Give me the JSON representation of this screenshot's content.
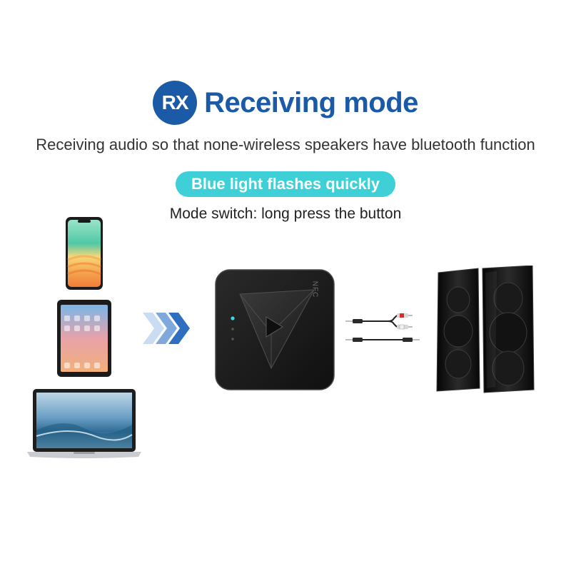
{
  "header": {
    "badge": "RX",
    "title": "Receiving mode",
    "subtitle": "Receiving audio so that none-wireless speakers have bluetooth function"
  },
  "status_pill": "Blue light flashes quickly",
  "mode_switch": "Mode switch: long press the button",
  "device": {
    "nfc_label": "NFC"
  },
  "colors": {
    "brand_blue": "#1b5aa6",
    "pill_cyan": "#3fcfd6",
    "arrow_blue": "#2f6fbf",
    "device_body": "#1a1a1a"
  },
  "icons": [
    "smartphone-icon",
    "tablet-icon",
    "laptop-icon",
    "chevron-arrows-icon",
    "receiver-device",
    "audio-cable-icon",
    "speaker-icon"
  ]
}
